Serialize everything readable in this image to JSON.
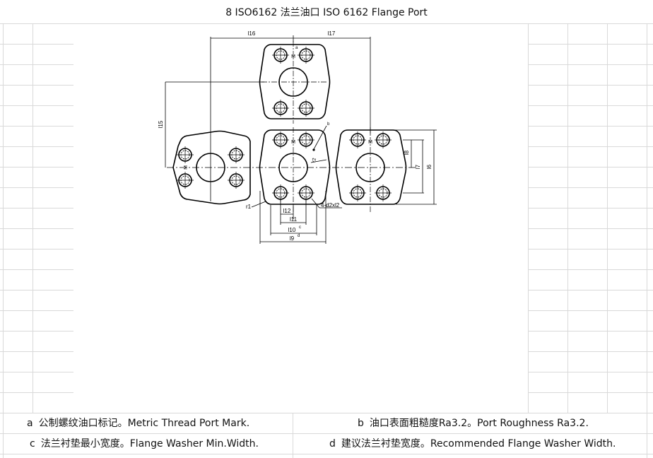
{
  "title": "8  ISO6162 法兰油口 ISO 6162 Flange Port",
  "drawing": {
    "dims": {
      "l16": "l16",
      "l17": "l17",
      "l15": "l15",
      "l8": "l8",
      "l7": "l7",
      "l6": "l6",
      "l12": "l12",
      "l11": "l11",
      "l10": "l10",
      "l10_sup": "c",
      "l9": "l9",
      "l9_sup": "d",
      "r1": "r1",
      "r2": "r2",
      "d2": "4-d2xl2",
      "b": "b",
      "a": "a",
      "m": "M"
    }
  },
  "notes": {
    "a_key": "a",
    "a_text": "公制螺纹油口标记。Metric Thread Port Mark.",
    "b_key": "b",
    "b_text": "油口表面粗糙度Ra3.2。Port Roughness Ra3.2.",
    "c_key": "c",
    "c_text": "法兰衬垫最小宽度。Flange Washer Min.Width.",
    "d_key": "d",
    "d_text": "建议法兰衬垫宽度。Recommended Flange Washer Width."
  }
}
